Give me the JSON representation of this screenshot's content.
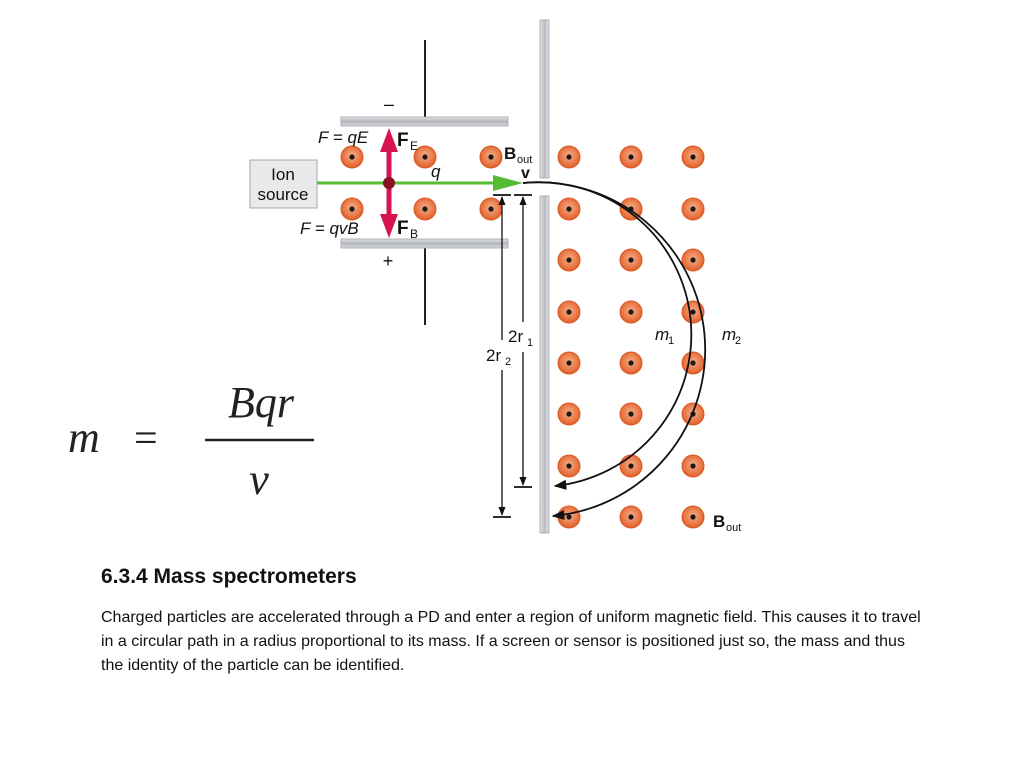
{
  "diagram": {
    "minus_sign": "–",
    "plus_sign": "+",
    "electric_force_eq": "F = qE",
    "electric_force_symbol": "F",
    "electric_force_sub": "E",
    "magnetic_force_eq": "F = qvB",
    "magnetic_force_symbol": "F",
    "magnetic_force_sub": "B",
    "ion_source_line1": "Ion",
    "ion_source_line2": "source",
    "charge_label": "q",
    "velocity_label": "v",
    "field_label_top": "B",
    "field_label_top_sub": "out",
    "field_label_bottom": "B",
    "field_label_bottom_sub": "out",
    "mass1_label": "m",
    "mass1_sub": "1",
    "mass2_label": "m",
    "mass2_sub": "2",
    "diameter1_label": "2r",
    "diameter1_sub": "1",
    "diameter2_label": "2r",
    "diameter2_sub": "2",
    "colors": {
      "field_dot": "#e8733f",
      "force_arrow": "#d6154f",
      "velocity_arrow": "#55bb33",
      "plate": "#c4c6cc"
    }
  },
  "equation": {
    "lhs": "m",
    "equals": "=",
    "numerator": "Bqr",
    "denominator": "v"
  },
  "heading": "6.3.4 Mass spectrometers",
  "body": "Charged particles are accelerated through a PD and enter a region of uniform magnetic field. This causes it to travel in a circular path in a radius proportional to its mass. If a screen or sensor is positioned just so, the mass and thus the identity of the particle can be identified."
}
